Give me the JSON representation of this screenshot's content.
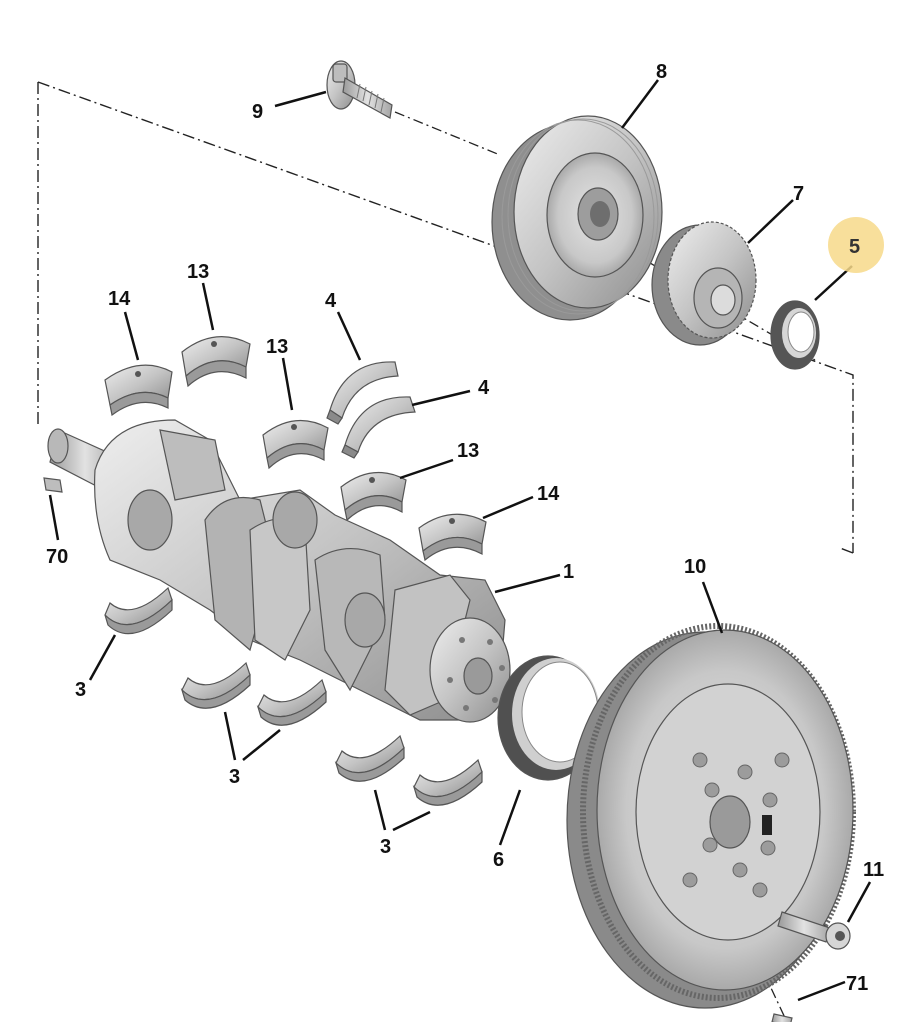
{
  "labels": {
    "1": "1",
    "3": "3",
    "4": "4",
    "5": "5",
    "6": "6",
    "7": "7",
    "8": "8",
    "9": "9",
    "10": "10",
    "11": "11",
    "13": "13",
    "14": "14",
    "70": "70",
    "71": "71"
  },
  "highlight": {
    "label": "5",
    "color": "#f7d98a"
  },
  "colors": {
    "part_fill": "#c9c9c9",
    "part_dark": "#8c8c8c",
    "part_light": "#e6e6e6",
    "seal": "#444444"
  }
}
